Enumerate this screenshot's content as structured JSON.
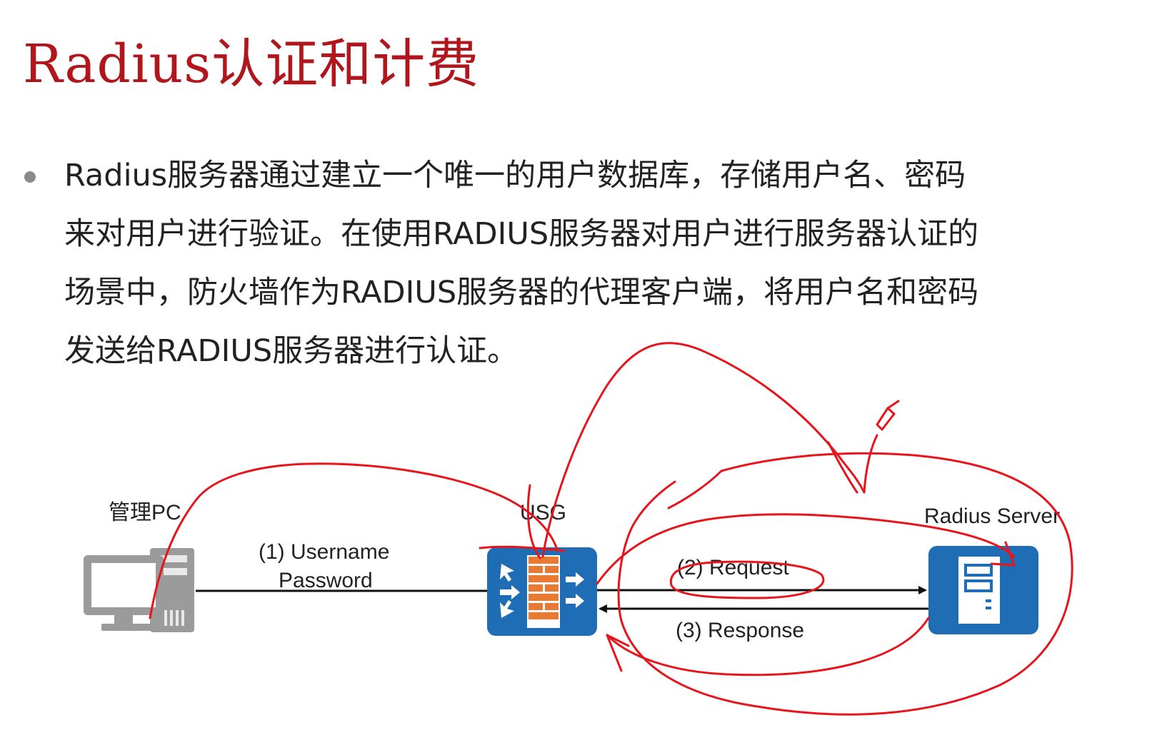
{
  "title": "Radius认证和计费",
  "bullet": {
    "lines": [
      "Radius服务器通过建立一个唯一的用户数据库，存储用户名、密码",
      "来对用户进行验证。在使用RADIUS服务器对用户进行服务器认证的",
      "场景中，防火墙作为RADIUS服务器的代理客户端，将用户名和密码",
      "发送给RADIUS服务器进行认证。"
    ]
  },
  "diagram": {
    "pc_label": "管理PC",
    "usg_label": "USG",
    "server_label": "Radius Server",
    "step1_line1": "(1) Username",
    "step1_line2": "Password",
    "step2": "(2) Request",
    "step3": "(3) Response"
  },
  "colors": {
    "title": "#b0161c",
    "device_blue": "#1f6eb5",
    "firewall_orange": "#e87a34",
    "annotation_red": "#e8141c"
  }
}
